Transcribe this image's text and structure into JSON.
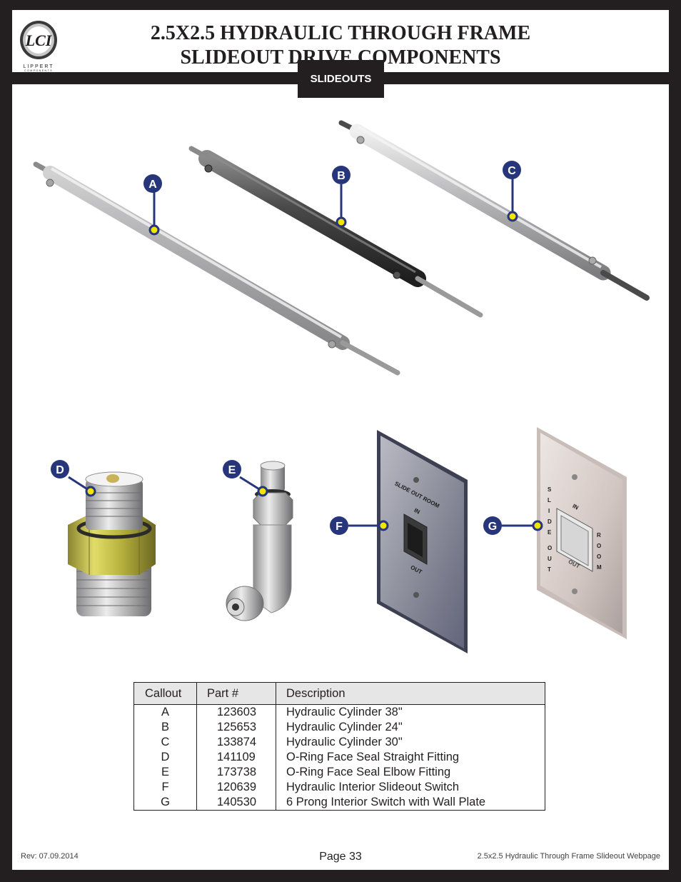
{
  "header": {
    "title_line1": "2.5X2.5 HYDRAULIC THROUGH FRAME",
    "title_line2": "SLIDEOUT DRIVE COMPONENTS"
  },
  "logo": {
    "brand": "LIPPERT",
    "sub": "COMPONENTS",
    "mark": "LCI"
  },
  "section_tab": "SLIDEOUTS",
  "callouts": [
    "A",
    "B",
    "C",
    "D",
    "E",
    "F",
    "G"
  ],
  "switch_f": {
    "label_top": "SLIDE OUT ROOM",
    "in": "IN",
    "out": "OUT"
  },
  "switch_g": {
    "left": "SLIDE OUT",
    "right": "ROOM",
    "in": "IN",
    "out": "OUT"
  },
  "table": {
    "headers": [
      "Callout",
      "Part #",
      "Description"
    ],
    "rows": [
      [
        "A",
        "123603",
        "Hydraulic Cylinder 38\""
      ],
      [
        "B",
        "125653",
        "Hydraulic Cylinder 24\""
      ],
      [
        "C",
        "133874",
        "Hydraulic Cylinder 30\""
      ],
      [
        "D",
        "141109",
        "O-Ring Face Seal Straight Fitting"
      ],
      [
        "E",
        "173738",
        "O-Ring Face Seal Elbow Fitting"
      ],
      [
        "F",
        "120639",
        "Hydraulic Interior Slideout Switch"
      ],
      [
        "G",
        "140530",
        "6 Prong Interior Switch with Wall Plate"
      ]
    ]
  },
  "footer": {
    "rev": "Rev: 07.09.2014",
    "page": "Page 33",
    "doc": "2.5x2.5 Hydraulic Through Frame Slideout Webpage"
  },
  "colors": {
    "callout_blue": "#27367a",
    "callout_yellow": "#f2e600",
    "frame": "#231f20"
  }
}
